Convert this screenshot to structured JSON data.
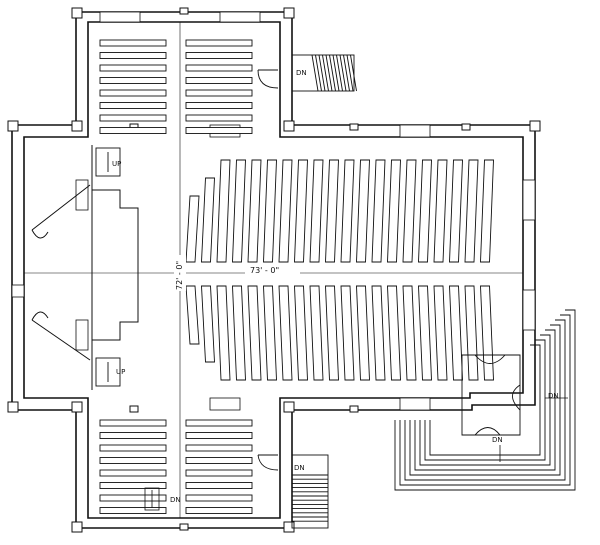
{
  "plan": {
    "dimension_width": "73' - 0\"",
    "dimension_depth": "72' - 0\"",
    "stair_labels": {
      "upper_left": "UP",
      "lower_left": "UP",
      "upper_right": "DN",
      "lower_right": "DN",
      "bottom_center": "DN",
      "vestibule_right": "DN",
      "vestibule_bottom": "DN"
    }
  },
  "colors": {
    "line": "#111111",
    "background": "#ffffff"
  }
}
